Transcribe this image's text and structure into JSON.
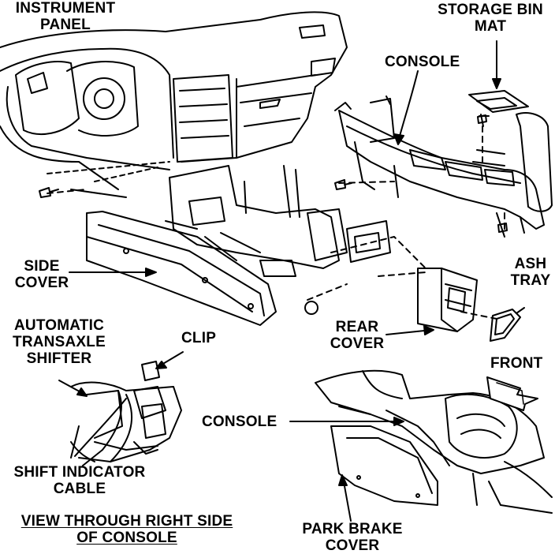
{
  "labels": {
    "instrument_panel": [
      "INSTRUMENT",
      "PANEL"
    ],
    "storage_bin_mat": [
      "STORAGE BIN",
      "MAT"
    ],
    "console_top": "CONSOLE",
    "side_cover": [
      "SIDE",
      "COVER"
    ],
    "ash_tray": [
      "ASH",
      "TRAY"
    ],
    "automatic_transaxle_shifter": [
      "AUTOMATIC",
      "TRANSAXLE",
      "SHIFTER"
    ],
    "clip": "CLIP",
    "rear_cover": [
      "REAR",
      "COVER"
    ],
    "front": "FRONT",
    "console_bottom": "CONSOLE",
    "shift_indicator_cable": [
      "SHIFT INDICATOR",
      "CABLE"
    ],
    "view_caption": [
      "VIEW THROUGH RIGHT SIDE",
      "OF CONSOLE"
    ],
    "park_brake_cover": [
      "PARK BRAKE",
      "COVER"
    ]
  },
  "colors": {
    "ink": "#000000",
    "paper": "#ffffff"
  }
}
